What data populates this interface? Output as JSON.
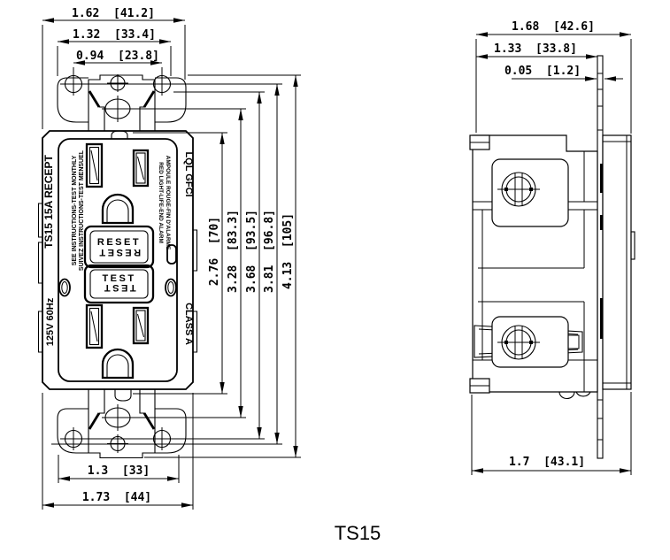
{
  "drawing_title": "TS15",
  "front": {
    "dim_top_outer": "1.62  [41.2]",
    "dim_top_mid": "1.32  [33.4]",
    "dim_top_inner": "0.94  [23.8]",
    "dim_v_face": "2.76  [70]",
    "dim_v_screw_holes": "3.28  [83.3]",
    "dim_v_ear_holes": "3.68  [93.5]",
    "dim_v_strap": "3.81  [96.8]",
    "dim_v_overall": "4.13  [105]",
    "dim_bottom_inner": "1.3  [33]",
    "dim_bottom_outer": "1.73  [44]",
    "label_model": "TS15 15A RECEPT",
    "label_rating": "125V 60Hz",
    "label_instr_en": "SEE INSTRUCTIONS-TEST MONTHLY",
    "label_instr_fr": "SUIVEZ INSTRUCTIONS-TEST MENSUEL",
    "label_alarm_en": "RED LIGHT-LIFE-END ALARM",
    "label_alarm_fr": "AMPOULE ROUGE-FIN D'ALARME",
    "label_listing": "LQL GFCI",
    "label_class": "CLASS A",
    "btn_reset": "RESET",
    "btn_test": "TEST"
  },
  "side": {
    "dim_depth_overall": "1.68  [42.6]",
    "dim_depth_to_strap": "1.33  [33.8]",
    "dim_strap_thickness": "0.05  [1.2]",
    "dim_depth_total": "1.7  [43.1]"
  }
}
